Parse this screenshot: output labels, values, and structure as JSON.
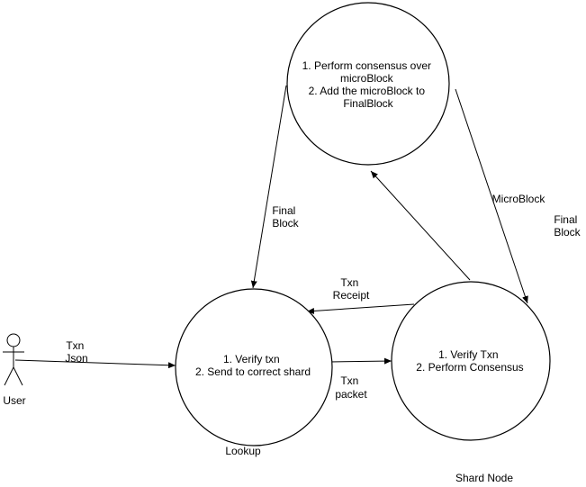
{
  "diagram": {
    "nodes": {
      "consensus": {
        "lines": [
          "1. Perform consensus over",
          "microBlock",
          "2. Add the microBlock to",
          "FinalBlock"
        ]
      },
      "lookup": {
        "lines": [
          "1. Verify txn",
          "2. Send to correct shard"
        ],
        "caption": "Lookup"
      },
      "shard": {
        "lines": [
          "1. Verify Txn",
          "2. Perform Consensus"
        ],
        "caption": "Shard Node"
      }
    },
    "actor": {
      "label": "User"
    },
    "edges": {
      "user_to_lookup": {
        "lines": [
          "Txn",
          "Json"
        ]
      },
      "lookup_to_shard": {
        "lines": [
          "Txn",
          "packet"
        ]
      },
      "shard_to_lookup": {
        "lines": [
          "Txn",
          "Receipt"
        ]
      },
      "consensus_to_lookup": {
        "lines": [
          "Final",
          "Block"
        ]
      },
      "consensus_to_shard": {
        "lines": [
          "MicroBlock"
        ]
      },
      "final_block_right": {
        "lines": [
          "Final",
          "Block"
        ]
      }
    },
    "colors": {
      "stroke": "#000000",
      "fill": "#ffffff",
      "text": "#000000"
    }
  }
}
